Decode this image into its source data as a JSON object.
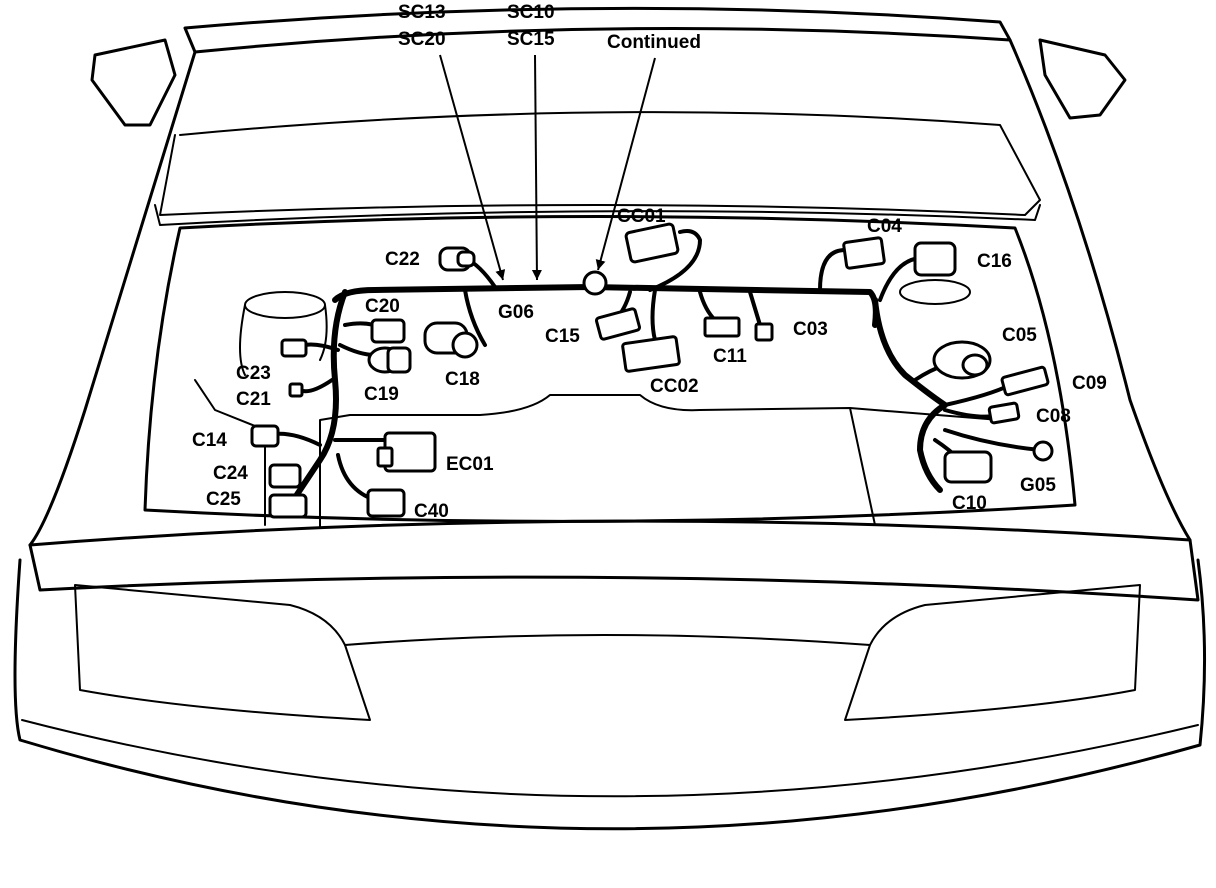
{
  "callouts": {
    "sc13": "SC13",
    "sc20": "SC20",
    "sc10": "SC10",
    "sc15": "SC15",
    "continued": "Continued"
  },
  "connectors": {
    "cc01": "CC01",
    "cc02": "CC02",
    "c22": "C22",
    "g06": "G06",
    "c20": "C20",
    "c15": "C15",
    "c11": "C11",
    "c03": "C03",
    "c04": "C04",
    "c16": "C16",
    "c05": "C05",
    "c09": "C09",
    "c08": "C08",
    "c10": "C10",
    "g05": "G05",
    "c18": "C18",
    "c19": "C19",
    "c23": "C23",
    "c21": "C21",
    "c14": "C14",
    "c24": "C24",
    "c25": "C25",
    "ec01": "EC01",
    "c40": "C40"
  }
}
